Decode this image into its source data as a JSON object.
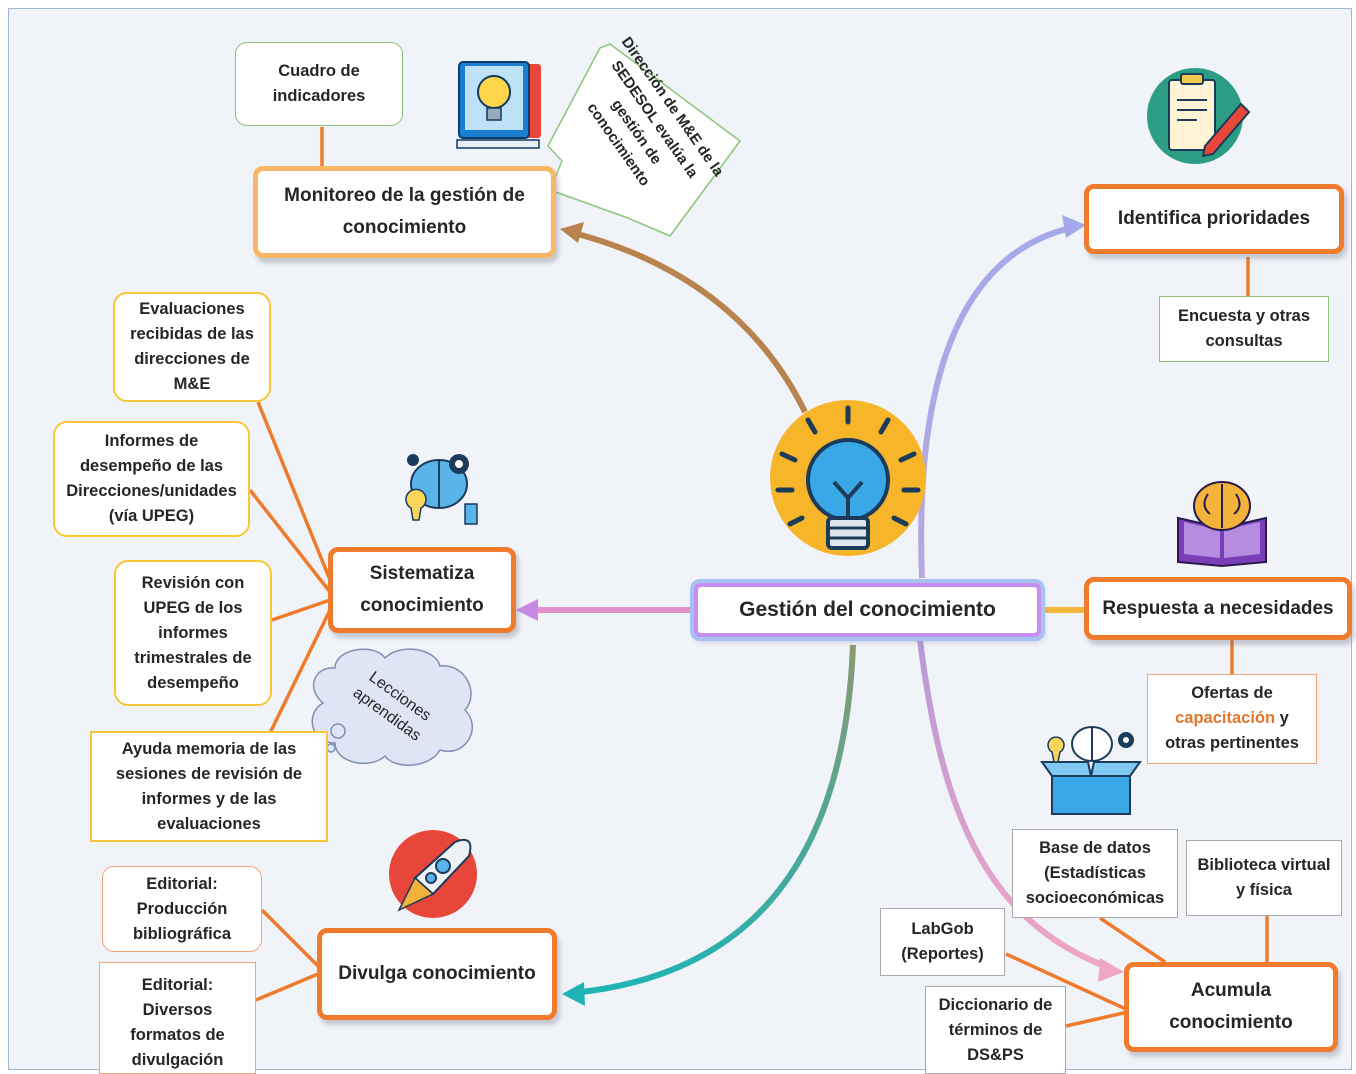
{
  "center": {
    "label": "Gestión del conocimiento"
  },
  "branches": {
    "monitoreo": {
      "label": "Monitoreo de la gestión de conocimiento"
    },
    "identifica": {
      "label": "Identifica prioridades"
    },
    "respuesta": {
      "label": "Respuesta a necesidades"
    },
    "sistematiza": {
      "label": "Sistematiza conocimiento"
    },
    "divulga": {
      "label": "Divulga conocimiento"
    },
    "acumula": {
      "label": "Acumula conocimiento"
    }
  },
  "leaves": {
    "cuadro": "Cuadro de indicadores",
    "evaluaciones": "Evaluaciones recibidas de las direcciones de M&E",
    "informes": "Informes de desempeño de las Direcciones/unidades (vía UPEG)",
    "revision": "Revisión con UPEG de los informes trimestrales de desempeño",
    "ayuda": "Ayuda memoria de las sesiones de revisión de informes y de las evaluaciones",
    "editorial1": "Editorial: Producción bibliográfica",
    "editorial2": "Editorial: Diversos formatos de divulgación",
    "encuesta": "Encuesta y otras consultas",
    "ofertas_pre": "Ofertas de",
    "ofertas_accent": "capacitación",
    "ofertas_post": " y otras pertinentes",
    "base": "Base de datos (Estadísticas socioeconómicas",
    "biblioteca": "Biblioteca virtual y física",
    "labgob": "LabGob (Reportes)",
    "diccionario": "Diccionario de términos de DS&PS"
  },
  "callouts": {
    "direccion": "Dirección de M&E de la SEDESOL evalúa la gestión de conocimiento",
    "lecciones": "Lecciones aprendidas"
  },
  "colors": {
    "branch_border": "#f07b2c",
    "leaf_yellow": "#f8c637",
    "leaf_green": "#8cc57a",
    "center_border": "#c68ff0",
    "background": "#f0f3f8"
  },
  "icons": [
    "lightbulb-book-icon",
    "clipboard-pencil-icon",
    "brain-book-icon",
    "brain-gears-icon",
    "rocket-icon",
    "brain-box-icon",
    "central-lightbulb-icon"
  ]
}
